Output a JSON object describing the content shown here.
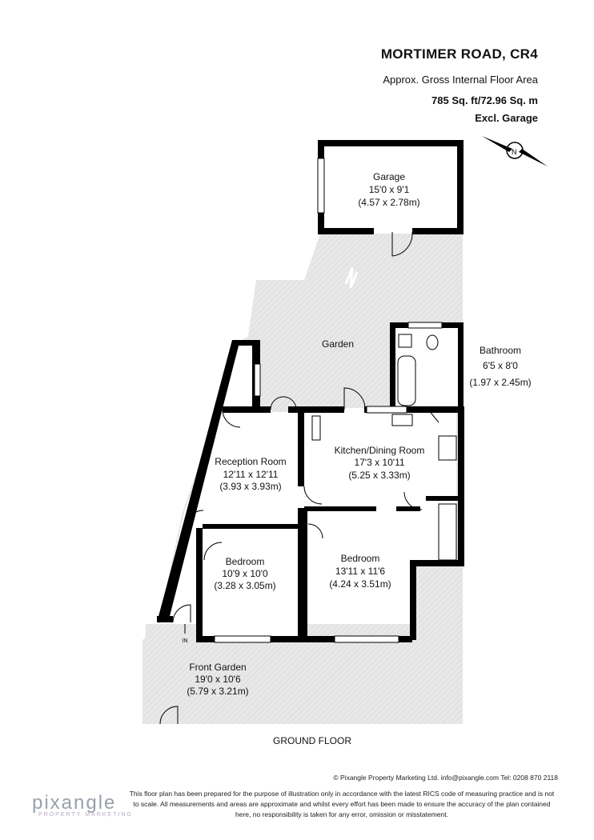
{
  "header": {
    "title": "MORTIMER ROAD, CR4",
    "area_label": "Approx. Gross Internal Floor Area",
    "area_value": "785 Sq. ft/72.96 Sq. m",
    "exclusion": "Excl. Garage"
  },
  "compass": {
    "icon": "compass-icon",
    "letter": "N"
  },
  "rooms": {
    "garage": {
      "name": "Garage",
      "imperial": "15'0 x 9'1",
      "metric": "(4.57 x 2.78m)"
    },
    "garden": {
      "name": "Garden"
    },
    "bathroom": {
      "name": "Bathroom",
      "imperial": "6'5 x 8'0",
      "metric": "(1.97 x 2.45m)"
    },
    "kitchen": {
      "name": "Kitchen/Dining Room",
      "imperial": "17'3 x 10'11",
      "metric": "(5.25 x 3.33m)"
    },
    "reception": {
      "name": "Reception Room",
      "imperial": "12'11 x 12'11",
      "metric": "(3.93 x 3.93m)"
    },
    "bedroom1": {
      "name": "Bedroom",
      "imperial": "10'9 x 10'0",
      "metric": "(3.28 x 3.05m)"
    },
    "bedroom2": {
      "name": "Bedroom",
      "imperial": "13'11 x 11'6",
      "metric": "(4.24 x 3.51m)"
    },
    "front_garden": {
      "name": "Front Garden",
      "imperial": "19'0 x 10'6",
      "metric": "(5.79 x 3.21m)"
    }
  },
  "entrance_marker": "IN",
  "floor_label": "GROUND FLOOR",
  "footer": {
    "contact": "© Pixangle Property Marketing Ltd. info@pixangle.com Tel: 0208 870 2118",
    "disclaimer": "This floor plan has been prepared for the purpose of illustration only in accordance with the latest RICS code of measuring practice and is not to scale. All measurements and areas are approximate and whilst every effort has been made to ensure the accuracy of the plan contained here, no responsibility is taken for any error, omission or misstatement.",
    "logo": "pixangle",
    "logo_sub": "PROPERTY MARKETING"
  },
  "colors": {
    "wall": "#000000",
    "outdoor_fill": "#e6e6e6",
    "logo_grey": "#9aa0aa",
    "logo_purple": "#b8a7c6"
  }
}
